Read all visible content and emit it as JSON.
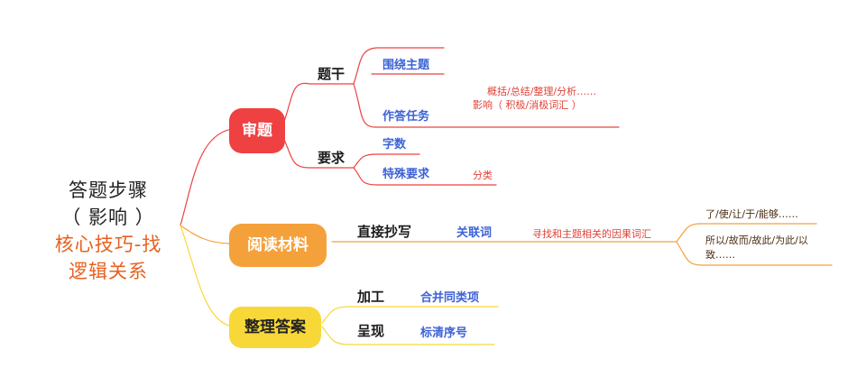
{
  "colors": {
    "red": "#ef4141",
    "orange": "#f5a13b",
    "yellow": "#f8d838",
    "black_text": "#1a1a1a",
    "blue_text": "#3d63d6",
    "red_text": "#e04238",
    "brown_text": "#4a2d12",
    "root_accent": "#e8611f"
  },
  "root": {
    "line1": "答题步骤",
    "line2": "（ 影响 ）",
    "line3": "核心技巧-找",
    "line4": "逻辑关系"
  },
  "branches": {
    "review": {
      "label": "审题",
      "stem": {
        "label": "题干",
        "topic": "围绕主题",
        "task": "作答任务",
        "task_note_1": "概括/总结/整理/分析……",
        "task_note_2": "影响（ 积极/消极词汇 ）"
      },
      "requirement": {
        "label": "要求",
        "word_count": "字数",
        "special": "特殊要求",
        "special_note": "分类"
      }
    },
    "reading": {
      "label": "阅读材料",
      "copy": {
        "label": "直接抄写",
        "keyword": "关联词",
        "note": "寻找和主题相关的因果词汇",
        "cause_words": "了/使/让/于/能够……",
        "result_words_1": "所以/故而/故此/为此/以",
        "result_words_2": "致……"
      }
    },
    "organize": {
      "label": "整理答案",
      "process": {
        "label": "加工",
        "item": "合并同类项"
      },
      "present": {
        "label": "呈现",
        "item": "标清序号"
      }
    }
  }
}
